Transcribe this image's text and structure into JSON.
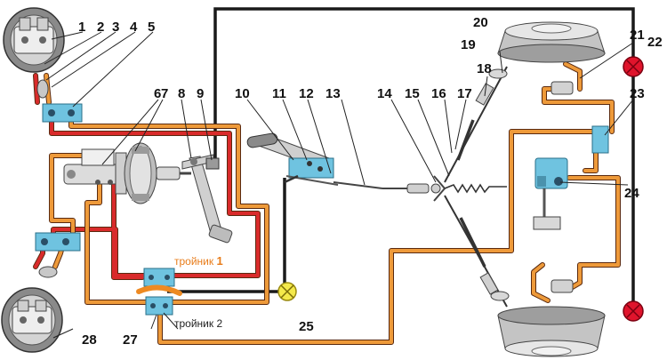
{
  "labels": {
    "n1": "1",
    "n2": "2",
    "n3": "3",
    "n4": "4",
    "n5": "5",
    "n6": "6",
    "n7": "7",
    "n8": "8",
    "n9": "9",
    "n10": "10",
    "n11": "11",
    "n12": "12",
    "n13": "13",
    "n14": "14",
    "n15": "15",
    "n16": "16",
    "n17": "17",
    "n18": "18",
    "n19": "19",
    "n20": "20",
    "n21": "21",
    "n22": "22",
    "n23": "23",
    "n24": "24",
    "n25": "25",
    "n27": "27",
    "n28": "28"
  },
  "tee": {
    "one_word": "тройник",
    "one_num": "1",
    "two": "тройник 2"
  },
  "colors": {
    "circuit_a": "#d92b2b",
    "circuit_b": "#ee9a3a",
    "tube_outline": "#5a2a10",
    "wire": "#1a1a1a",
    "lamp_red": "#e0142c",
    "lamp_yellow": "#f4e94a",
    "blue_parts": "#6fc3e0",
    "metal": "#b8b8b8",
    "tee1_text": "#e87c1a"
  }
}
